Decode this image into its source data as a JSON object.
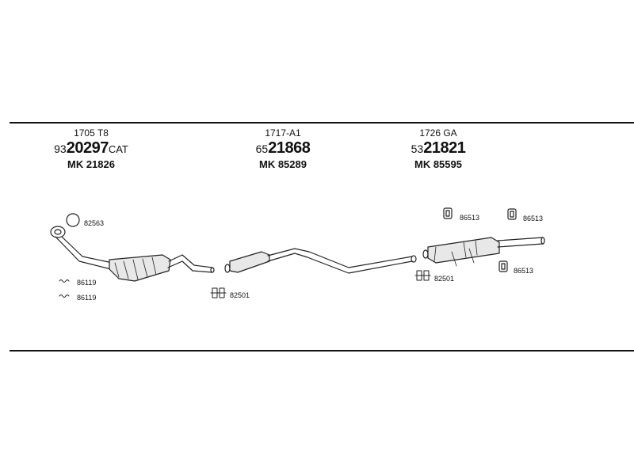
{
  "sections": [
    {
      "code": "1705 T8",
      "prefix": "93",
      "number": "20297",
      "suffix": "CAT",
      "mk": "MK  21826"
    },
    {
      "code": "1717-A1",
      "prefix": "65",
      "number": "21868",
      "suffix": "",
      "mk": "MK  85289"
    },
    {
      "code": "1726 GA",
      "prefix": "53",
      "number": "21821",
      "suffix": "",
      "mk": "MK  85595"
    }
  ],
  "labels": {
    "ring": "82563",
    "gasket_1": "86119",
    "gasket_2": "86119",
    "clamp_left": "82501",
    "clamp_right": "82501",
    "mount_1": "86513",
    "mount_2": "86513",
    "mount_3": "86513"
  }
}
